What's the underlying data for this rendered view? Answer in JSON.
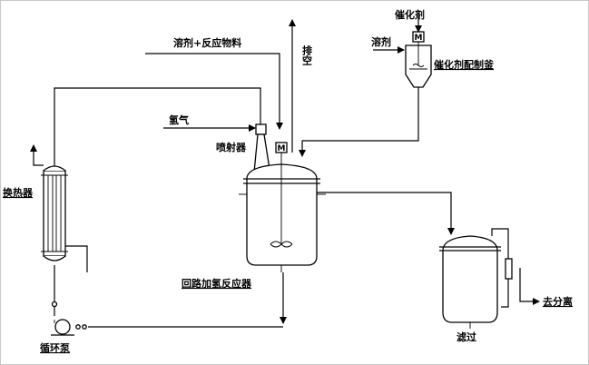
{
  "labels": {
    "catalyst": "催化剂",
    "solvent": "溶剂",
    "catalyst_vessel": "催化剂配制釜",
    "solvent_feed": "溶剂+反应物料",
    "vent": "排空",
    "hydrogen": "氢气",
    "ejector": "喷射器",
    "heat_exchanger": "换热器",
    "reactor": "回路加氢反应器",
    "circulation_pump": "循环泵",
    "filter": "滤过",
    "to_separation": "去分离",
    "motor_symbol": "M"
  },
  "colors": {
    "line": "#000000",
    "background": "#ffffff",
    "frame": "#c8c8c8"
  }
}
